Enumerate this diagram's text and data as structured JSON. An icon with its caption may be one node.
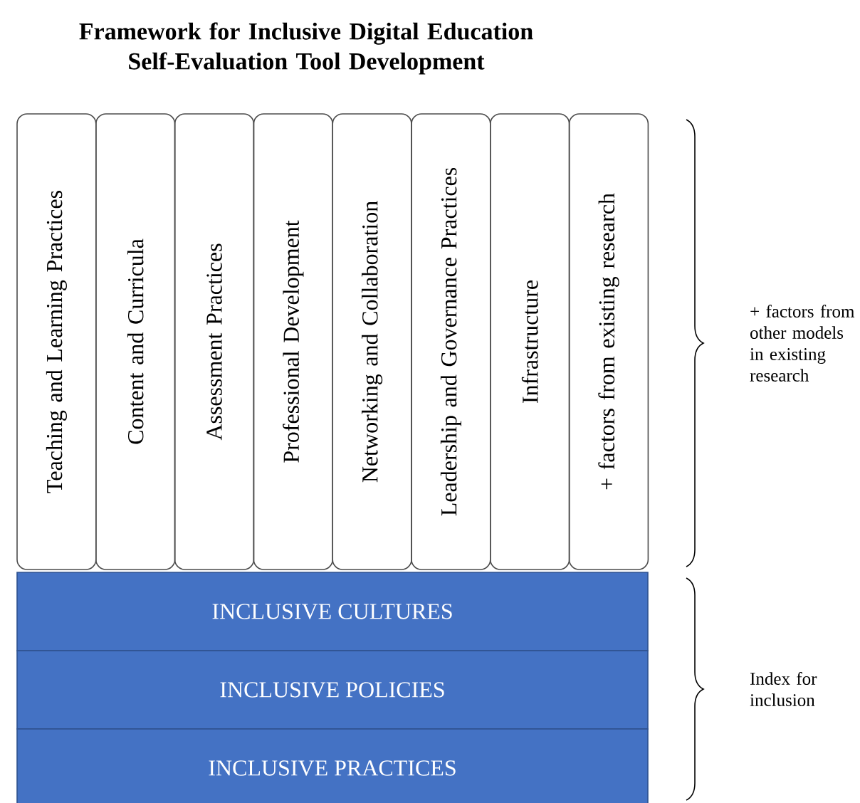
{
  "diagram": {
    "title": "Framework for Inclusive Digital Education Self-Evaluation Tool Development",
    "nodes": [
      {
        "text": [
          "Teaching and Learning Practices"
        ]
      },
      {
        "text": [
          "Content and Curricula"
        ]
      },
      {
        "text": [
          "Assessment Practices"
        ]
      },
      {
        "text": [
          "Professional Development"
        ]
      },
      {
        "text": [
          "Networking and Collaboration"
        ]
      },
      {
        "text": [
          "Leadership and Governance Practices"
        ]
      },
      {
        "text": [
          "Infrastructure"
        ]
      },
      {
        "text": [
          "+ factors from existing research"
        ]
      },
      {
        "text": [
          "INCLUSIVE CULTURES"
        ]
      },
      {
        "text": [
          "INCLUSIVE POLICIES"
        ]
      },
      {
        "text": [
          "INCLUSIVE PRACTICES"
        ]
      }
    ],
    "labels": [
      "+ factors from other models in existing research",
      "Index for inclusion"
    ]
  }
}
